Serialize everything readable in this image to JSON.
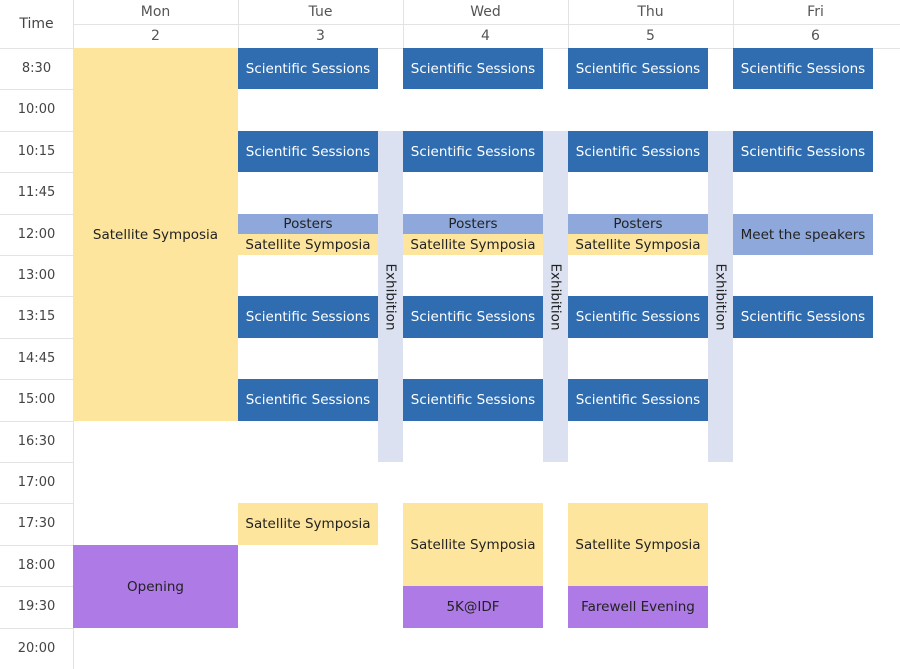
{
  "header": {
    "time_label": "Time",
    "days": [
      {
        "name": "Mon",
        "date": "2"
      },
      {
        "name": "Tue",
        "date": "3"
      },
      {
        "name": "Wed",
        "date": "4"
      },
      {
        "name": "Thu",
        "date": "5"
      },
      {
        "name": "Fri",
        "date": "6"
      }
    ]
  },
  "time_rows": [
    "8:30",
    "10:00",
    "10:15",
    "11:45",
    "12:00",
    "13:00",
    "13:15",
    "14:45",
    "15:00",
    "16:30",
    "17:00",
    "17:30",
    "18:00",
    "19:30",
    "20:00"
  ],
  "colors": {
    "scientific": "#2f6db0",
    "symposia": "#fde59d",
    "posters": "#8ea8db",
    "meet": "#8ea8db",
    "social": "#ae7ae6",
    "exhibition": "#dbe1f1",
    "grid": "#e3e3e3"
  },
  "events": [
    {
      "day": 0,
      "lane": "full",
      "start": 0,
      "end": 9,
      "label": "Satellite Symposia",
      "kind": "symposia"
    },
    {
      "day": 0,
      "lane": "full",
      "start": 12,
      "end": 14,
      "label": "Opening",
      "kind": "social"
    },
    {
      "day": 1,
      "lane": "main",
      "start": 0,
      "end": 1,
      "label": "Scientific Sessions",
      "kind": "scientific"
    },
    {
      "day": 1,
      "lane": "main",
      "start": 2,
      "end": 3,
      "label": "Scientific Sessions",
      "kind": "scientific"
    },
    {
      "day": 1,
      "lane": "main",
      "start": 4,
      "end": 4.5,
      "label": "Posters",
      "kind": "posters"
    },
    {
      "day": 1,
      "lane": "main",
      "start": 4.5,
      "end": 5,
      "label": "Satellite Symposia",
      "kind": "symposia"
    },
    {
      "day": 1,
      "lane": "main",
      "start": 6,
      "end": 7,
      "label": "Scientific Sessions",
      "kind": "scientific"
    },
    {
      "day": 1,
      "lane": "main",
      "start": 8,
      "end": 9,
      "label": "Scientific Sessions",
      "kind": "scientific"
    },
    {
      "day": 1,
      "lane": "main",
      "start": 11,
      "end": 12,
      "label": "Satellite Symposia",
      "kind": "symposia"
    },
    {
      "day": 2,
      "lane": "main",
      "start": 0,
      "end": 1,
      "label": "Scientific Sessions",
      "kind": "scientific"
    },
    {
      "day": 2,
      "lane": "main",
      "start": 2,
      "end": 3,
      "label": "Scientific Sessions",
      "kind": "scientific"
    },
    {
      "day": 2,
      "lane": "main",
      "start": 4,
      "end": 4.5,
      "label": "Posters",
      "kind": "posters"
    },
    {
      "day": 2,
      "lane": "main",
      "start": 4.5,
      "end": 5,
      "label": "Satellite Symposia",
      "kind": "symposia"
    },
    {
      "day": 2,
      "lane": "main",
      "start": 6,
      "end": 7,
      "label": "Scientific Sessions",
      "kind": "scientific"
    },
    {
      "day": 2,
      "lane": "main",
      "start": 8,
      "end": 9,
      "label": "Scientific Sessions",
      "kind": "scientific"
    },
    {
      "day": 2,
      "lane": "main",
      "start": 11,
      "end": 13,
      "label": "Satellite Symposia",
      "kind": "symposia"
    },
    {
      "day": 2,
      "lane": "main",
      "start": 13,
      "end": 14,
      "label": "5K@IDF",
      "kind": "social"
    },
    {
      "day": 3,
      "lane": "main",
      "start": 0,
      "end": 1,
      "label": "Scientific Sessions",
      "kind": "scientific"
    },
    {
      "day": 3,
      "lane": "main",
      "start": 2,
      "end": 3,
      "label": "Scientific Sessions",
      "kind": "scientific"
    },
    {
      "day": 3,
      "lane": "main",
      "start": 4,
      "end": 4.5,
      "label": "Posters",
      "kind": "posters"
    },
    {
      "day": 3,
      "lane": "main",
      "start": 4.5,
      "end": 5,
      "label": "Satellite Symposia",
      "kind": "symposia"
    },
    {
      "day": 3,
      "lane": "main",
      "start": 6,
      "end": 7,
      "label": "Scientific Sessions",
      "kind": "scientific"
    },
    {
      "day": 3,
      "lane": "main",
      "start": 8,
      "end": 9,
      "label": "Scientific Sessions",
      "kind": "scientific"
    },
    {
      "day": 3,
      "lane": "main",
      "start": 11,
      "end": 13,
      "label": "Satellite Symposia",
      "kind": "symposia"
    },
    {
      "day": 3,
      "lane": "main",
      "start": 13,
      "end": 14,
      "label": "Farewell Evening",
      "kind": "social"
    },
    {
      "day": 4,
      "lane": "main",
      "start": 0,
      "end": 1,
      "label": "Scientific Sessions",
      "kind": "scientific"
    },
    {
      "day": 4,
      "lane": "main",
      "start": 2,
      "end": 3,
      "label": "Scientific Sessions",
      "kind": "scientific"
    },
    {
      "day": 4,
      "lane": "main",
      "start": 4,
      "end": 5,
      "label": "Meet the speakers",
      "kind": "meet"
    },
    {
      "day": 4,
      "lane": "main",
      "start": 6,
      "end": 7,
      "label": "Scientific Sessions",
      "kind": "scientific"
    }
  ],
  "exhibitions": [
    {
      "day": 1,
      "start": 2,
      "end": 10,
      "label": "Exhibition"
    },
    {
      "day": 2,
      "start": 2,
      "end": 10,
      "label": "Exhibition"
    },
    {
      "day": 3,
      "start": 2,
      "end": 10,
      "label": "Exhibition"
    }
  ]
}
